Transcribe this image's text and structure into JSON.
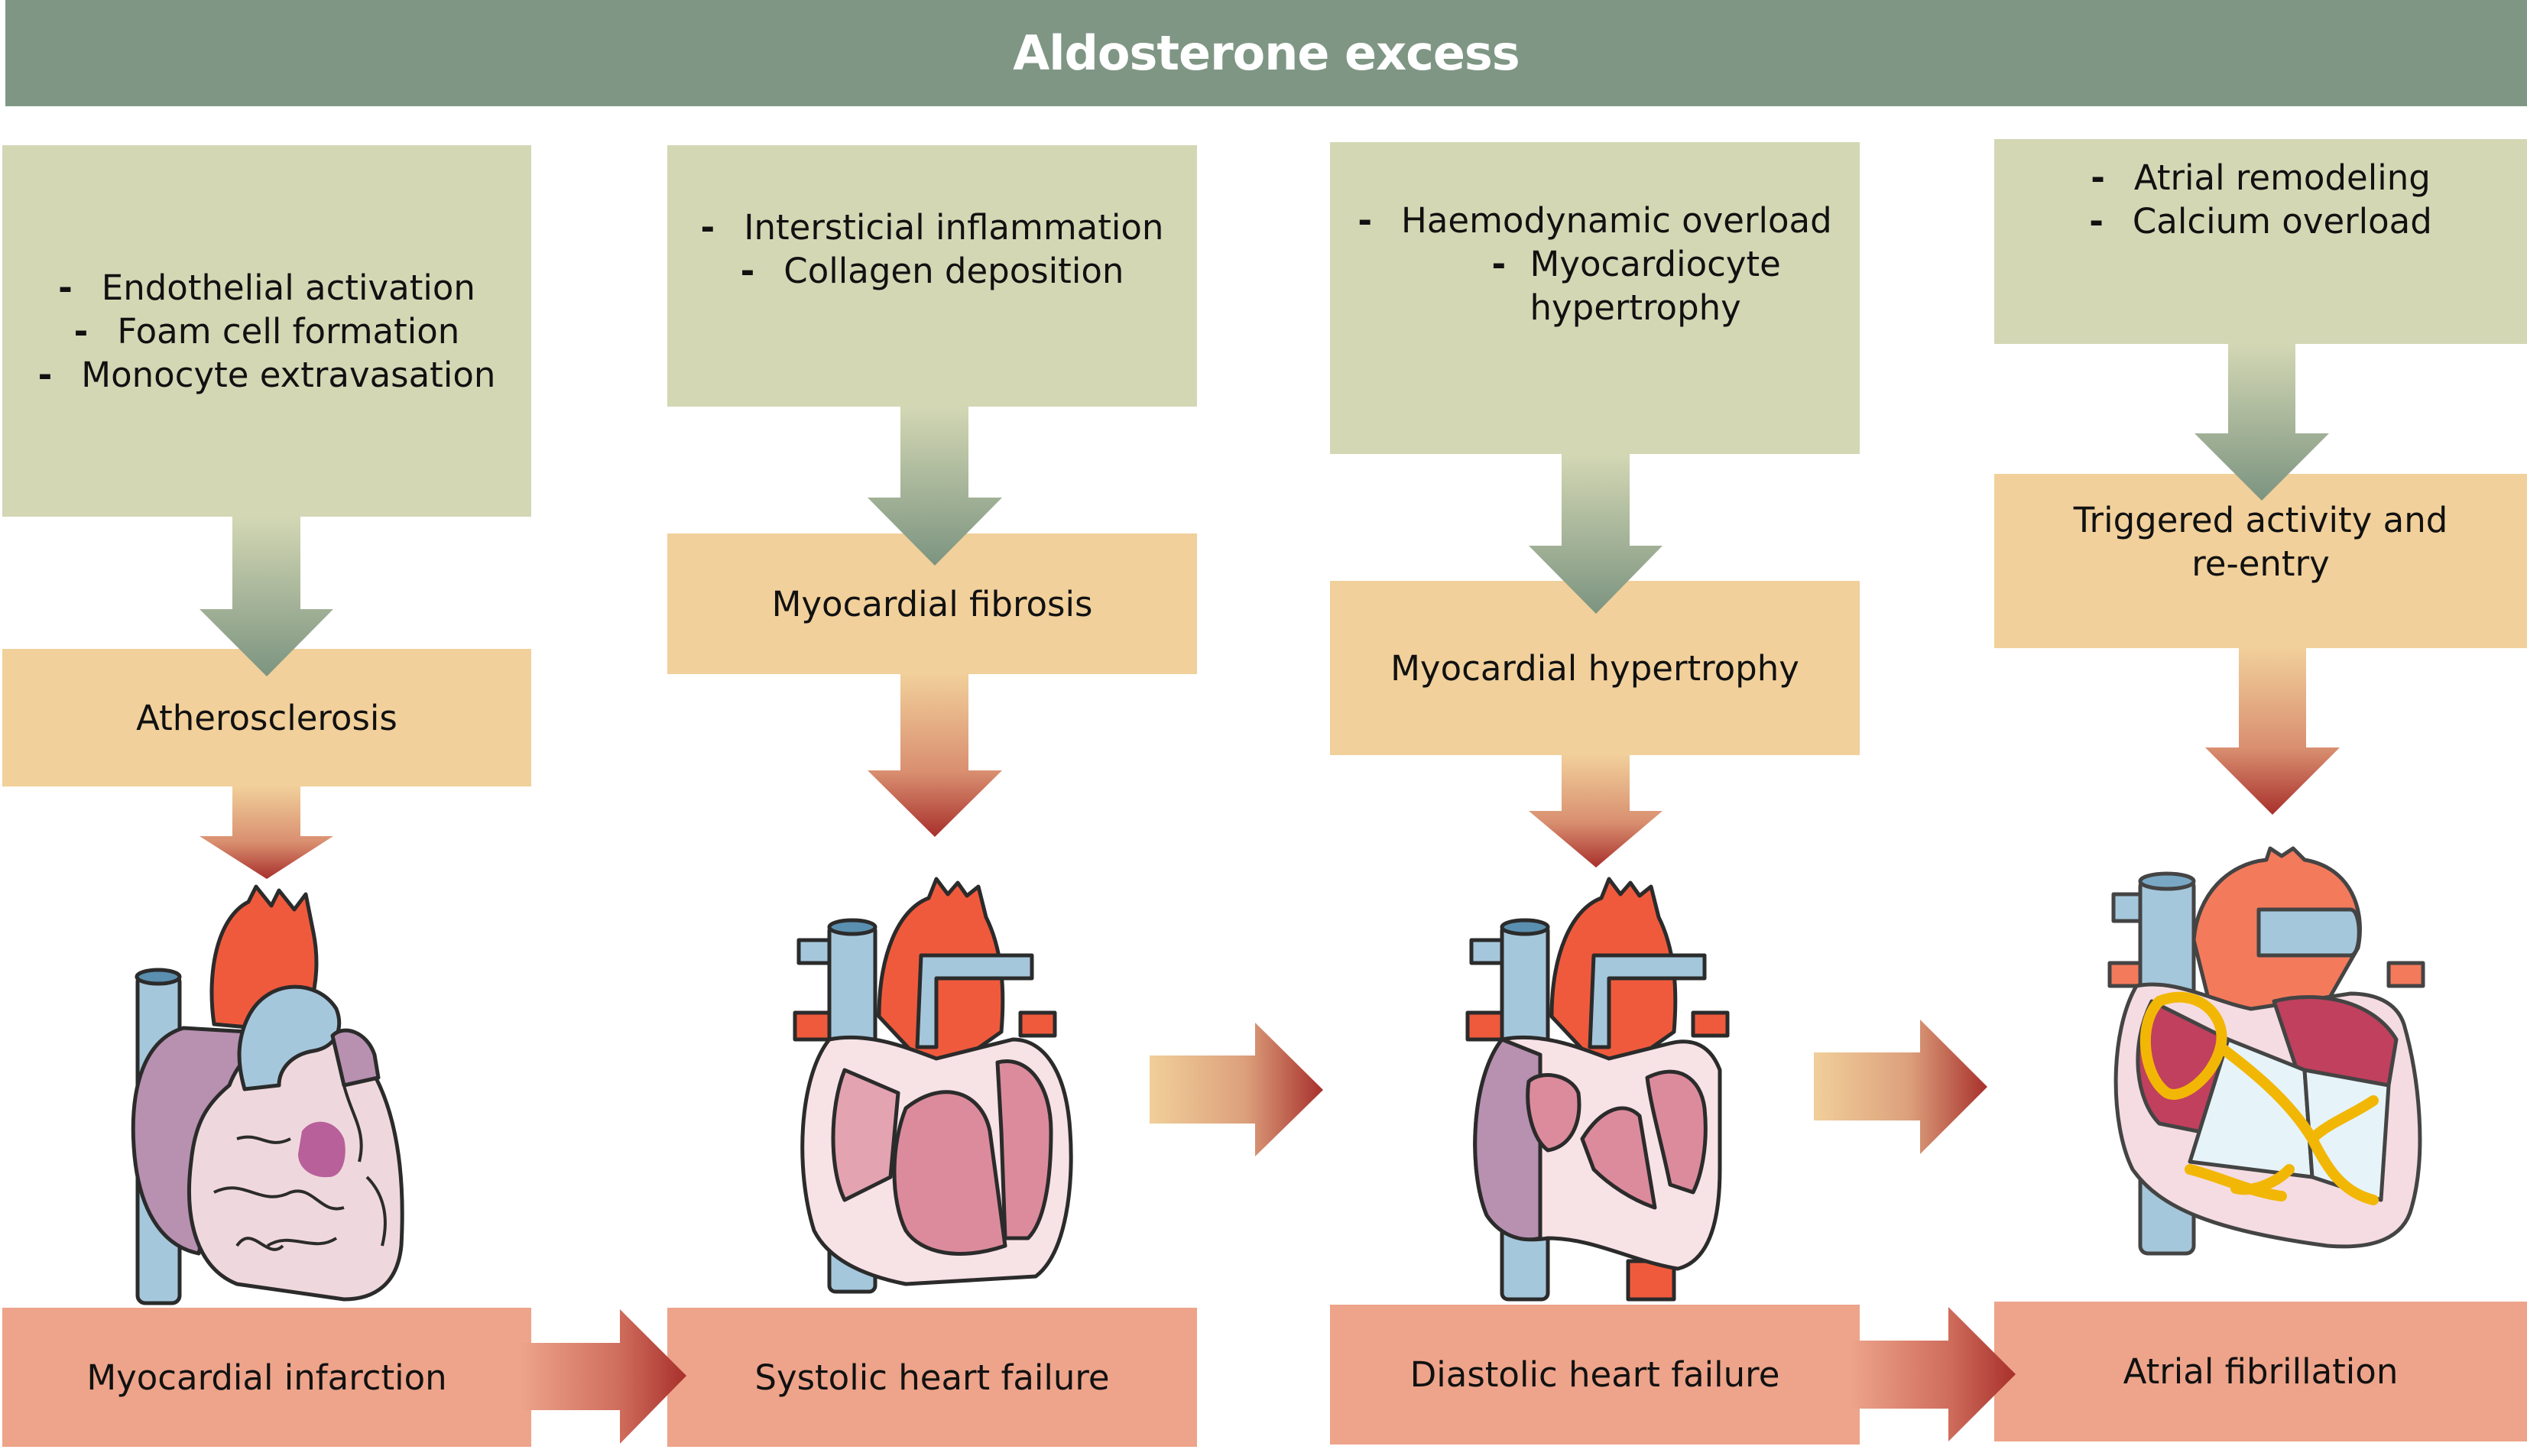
{
  "title": "Aldosterone excess",
  "colors": {
    "header": "#7f9685",
    "mechanism_box": "#d3d7b4",
    "intermediate_box": "#f1d09b",
    "outcome_box": "#eda48a",
    "arrow_dark_red": "#a8302c"
  },
  "columns": [
    {
      "mechanisms": [
        "Endothelial activation",
        "Foam cell formation",
        "Monocyte extravasation"
      ],
      "intermediate": "Atherosclerosis",
      "illustration": "heart-infarct-icon",
      "outcome": "Myocardial infarction"
    },
    {
      "mechanisms": [
        "Intersticial inflammation",
        "Collagen deposition"
      ],
      "intermediate": "Myocardial fibrosis",
      "illustration": "heart-dilated-icon",
      "outcome": "Systolic heart failure"
    },
    {
      "mechanisms": [
        "Haemodynamic overload",
        "Myocardiocyte hypertrophy"
      ],
      "intermediate": "Myocardial hypertrophy",
      "illustration": "heart-hypertrophic-icon",
      "outcome": "Diastolic heart failure"
    },
    {
      "mechanisms": [
        "Atrial remodeling",
        "Calcium overload"
      ],
      "intermediate": "Triggered activity and re-entry",
      "illustration": "heart-conduction-icon",
      "outcome": "Atrial fibrillation"
    }
  ],
  "bullet_symbol": "-"
}
